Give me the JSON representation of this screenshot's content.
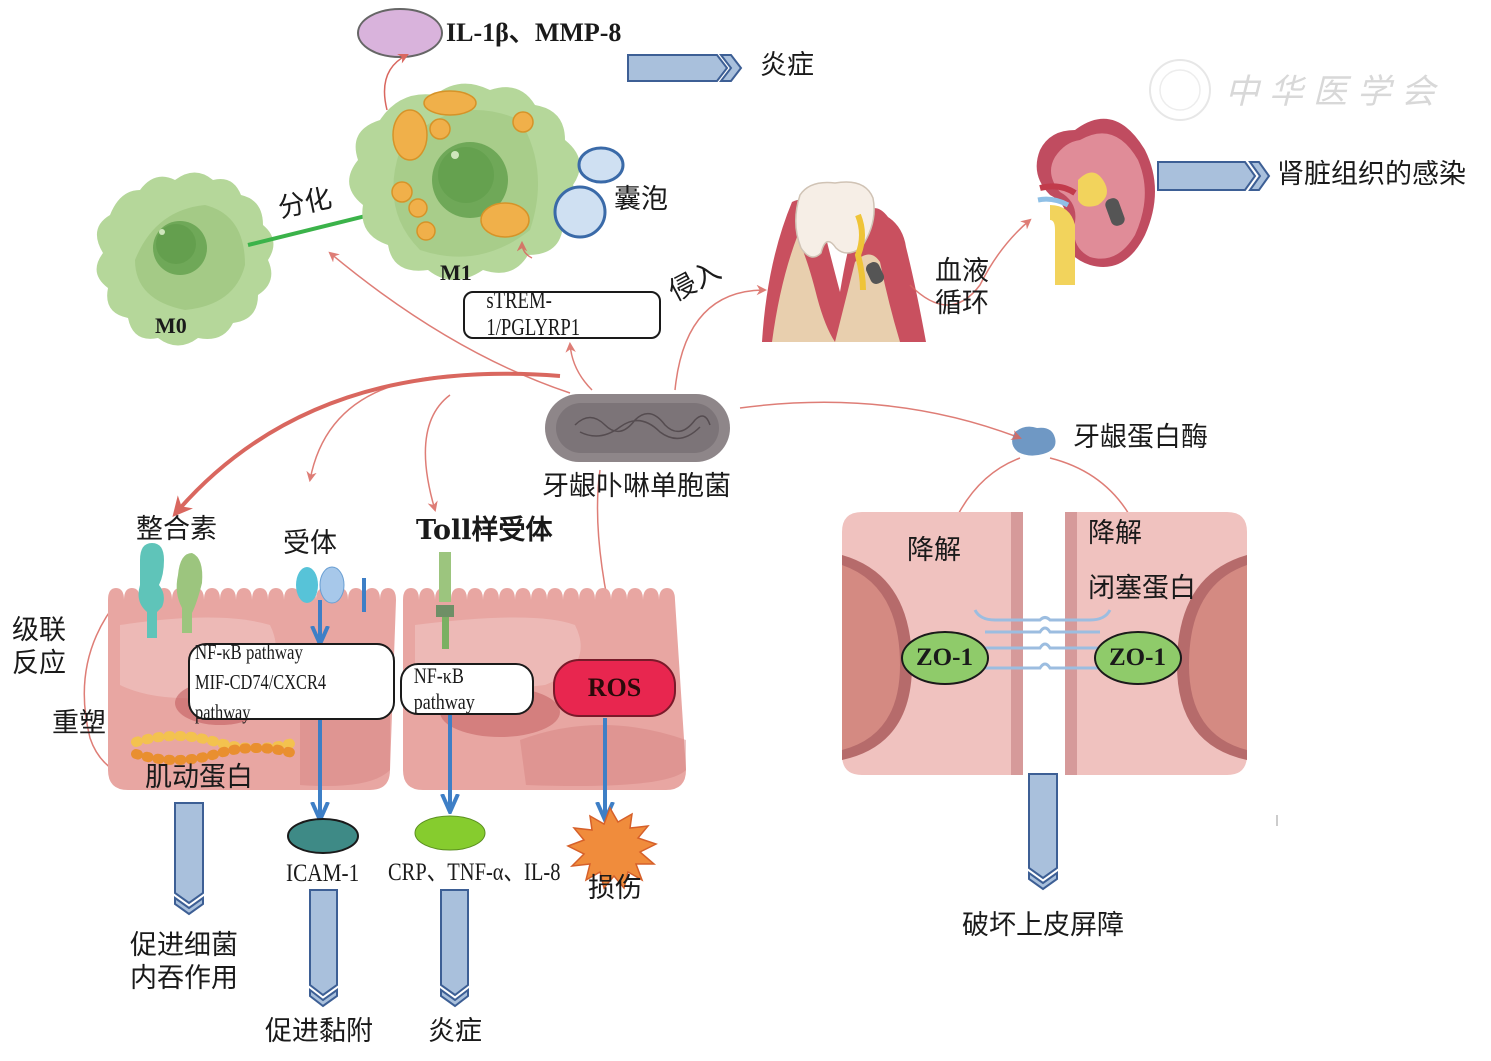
{
  "figure": {
    "watermark": "中华医学会",
    "colors": {
      "arrow_red": "#d9675f",
      "flow_arrow_fill": "#a9c0dc",
      "flow_arrow_stroke": "#3d5f95",
      "cell_pink": "#e8a6a2",
      "macrophage_green": "#9cc57e",
      "ros_red": "#e8264f",
      "zo1_green": "#8fcb6a",
      "icam_teal": "#3e8a86",
      "cytokine_green": "#86cc2e",
      "il_purple": "#d9b3dc",
      "vesicle_blue": "#cfe0f2"
    }
  },
  "macrophage": {
    "m0_label": "M0",
    "m1_label": "M1",
    "differentiation_label": "分化",
    "cytokines_label": "IL-1β、MMP-8",
    "inflammation_label": "炎症",
    "vesicle_label": "囊泡",
    "strem_box_label": "sTREM-1/PGLYRP1"
  },
  "pathogen": {
    "bacterium_label": "牙龈卟啉单胞菌",
    "invasion_label": "侵入",
    "blood_circulation_label_line1": "血液",
    "blood_circulation_label_line2": "循环",
    "kidney_outcome_label": "肾脏组织的感染",
    "gingipain_label": "牙龈蛋白酶"
  },
  "epithelial_left": {
    "integrin_label": "整合素",
    "receptor_label": "受体",
    "cascade_label_line1": "级联",
    "cascade_label_line2": "反应",
    "remodel_label": "重塑",
    "actin_label": "肌动蛋白",
    "pathway_box_line1": "NF-κB pathway",
    "pathway_box_line2": "MIF-CD74/CXCR4 pathway",
    "icam_label": "ICAM-1",
    "outcome_phagocytosis_line1": "促进细菌",
    "outcome_phagocytosis_line2": "内吞作用",
    "outcome_adhesion": "促进黏附"
  },
  "epithelial_right": {
    "tlr_label": "Toll样受体",
    "nfkb_box_label": "NF-κB pathway",
    "ros_label": "ROS",
    "cytokines_label": "CRP、TNF-α、IL-8",
    "outcome_inflammation": "炎症",
    "damage_label": "损伤"
  },
  "tight_junction": {
    "degrade_left_label": "降解",
    "degrade_right_label": "降解",
    "occludin_label": "闭塞蛋白",
    "zo1_left_label": "ZO-1",
    "zo1_right_label": "ZO-1",
    "outcome_label": "破坏上皮屏障"
  }
}
